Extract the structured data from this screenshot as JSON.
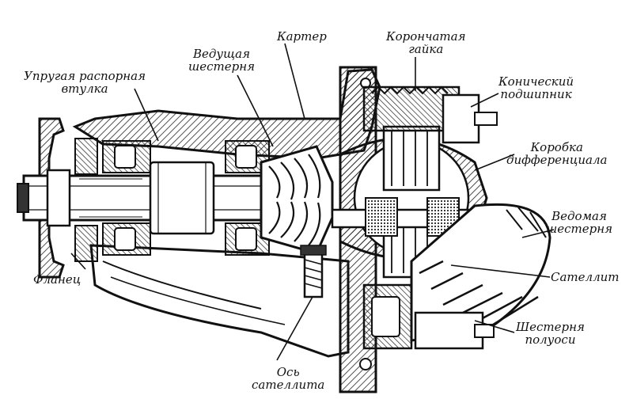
{
  "labels": {
    "karter": "Картер",
    "koronchataya": [
      "Корончатая",
      "гайка"
    ],
    "vedushchaya": [
      "Ведущая",
      "шестерня"
    ],
    "uprugaya": [
      "Упругая распорная",
      "втулка"
    ],
    "konicheskiy": [
      "Конический",
      "подшипник"
    ],
    "korobka": [
      "Коробка",
      "дифференциала"
    ],
    "vedomaya": [
      "Ведомая",
      "шестерня"
    ],
    "flanets": "Фланец",
    "satellit": "Сателлит",
    "shesternya_poluosi": [
      "Шестерня",
      "полуоси"
    ],
    "os_satellita": [
      "Ось",
      "сателлита"
    ]
  },
  "colors": {
    "ink": "#111111",
    "hatch": "#222222",
    "paper": "#ffffff"
  }
}
